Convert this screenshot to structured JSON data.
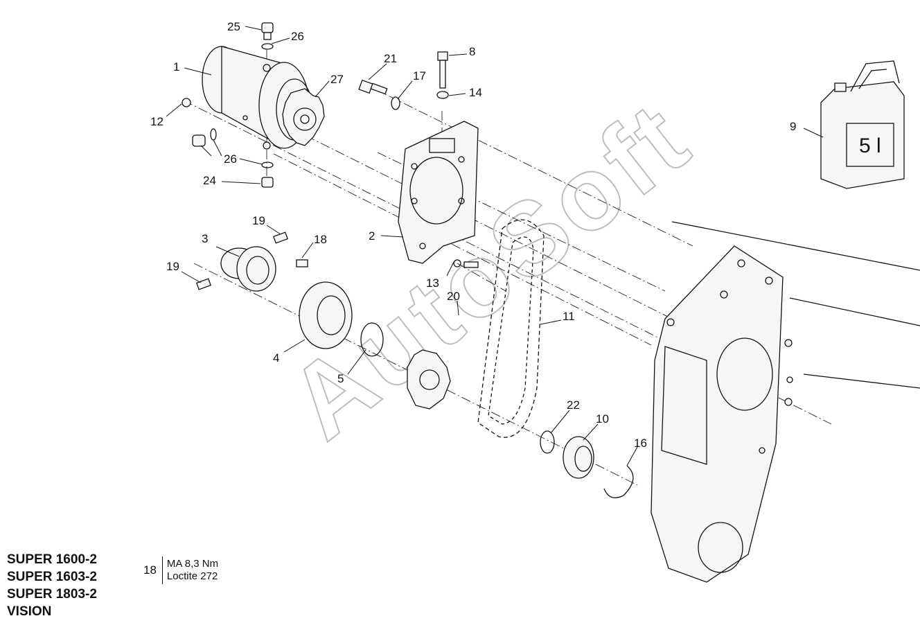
{
  "watermark": "AutoSoft",
  "models": [
    "SUPER 1600-2",
    "SUPER 1603-2",
    "SUPER 1803-2",
    "VISION"
  ],
  "torque_note": {
    "ref": "18",
    "line1": "MA 8,3 Nm",
    "line2": "Loctite 272"
  },
  "canister_label": "5 l",
  "part_labels": {
    "p1": "1",
    "p2": "2",
    "p3": "3",
    "p4": "4",
    "p5": "5",
    "p8": "8",
    "p9": "9",
    "p10": "10",
    "p11": "11",
    "p12": "12",
    "p13": "13",
    "p14": "14",
    "p16": "16",
    "p17": "17",
    "p18": "18",
    "p19a": "19",
    "p19b": "19",
    "p20": "20",
    "p21": "21",
    "p22": "22",
    "p24": "24",
    "p25": "25",
    "p26a": "26",
    "p26b": "26",
    "p27": "27"
  }
}
